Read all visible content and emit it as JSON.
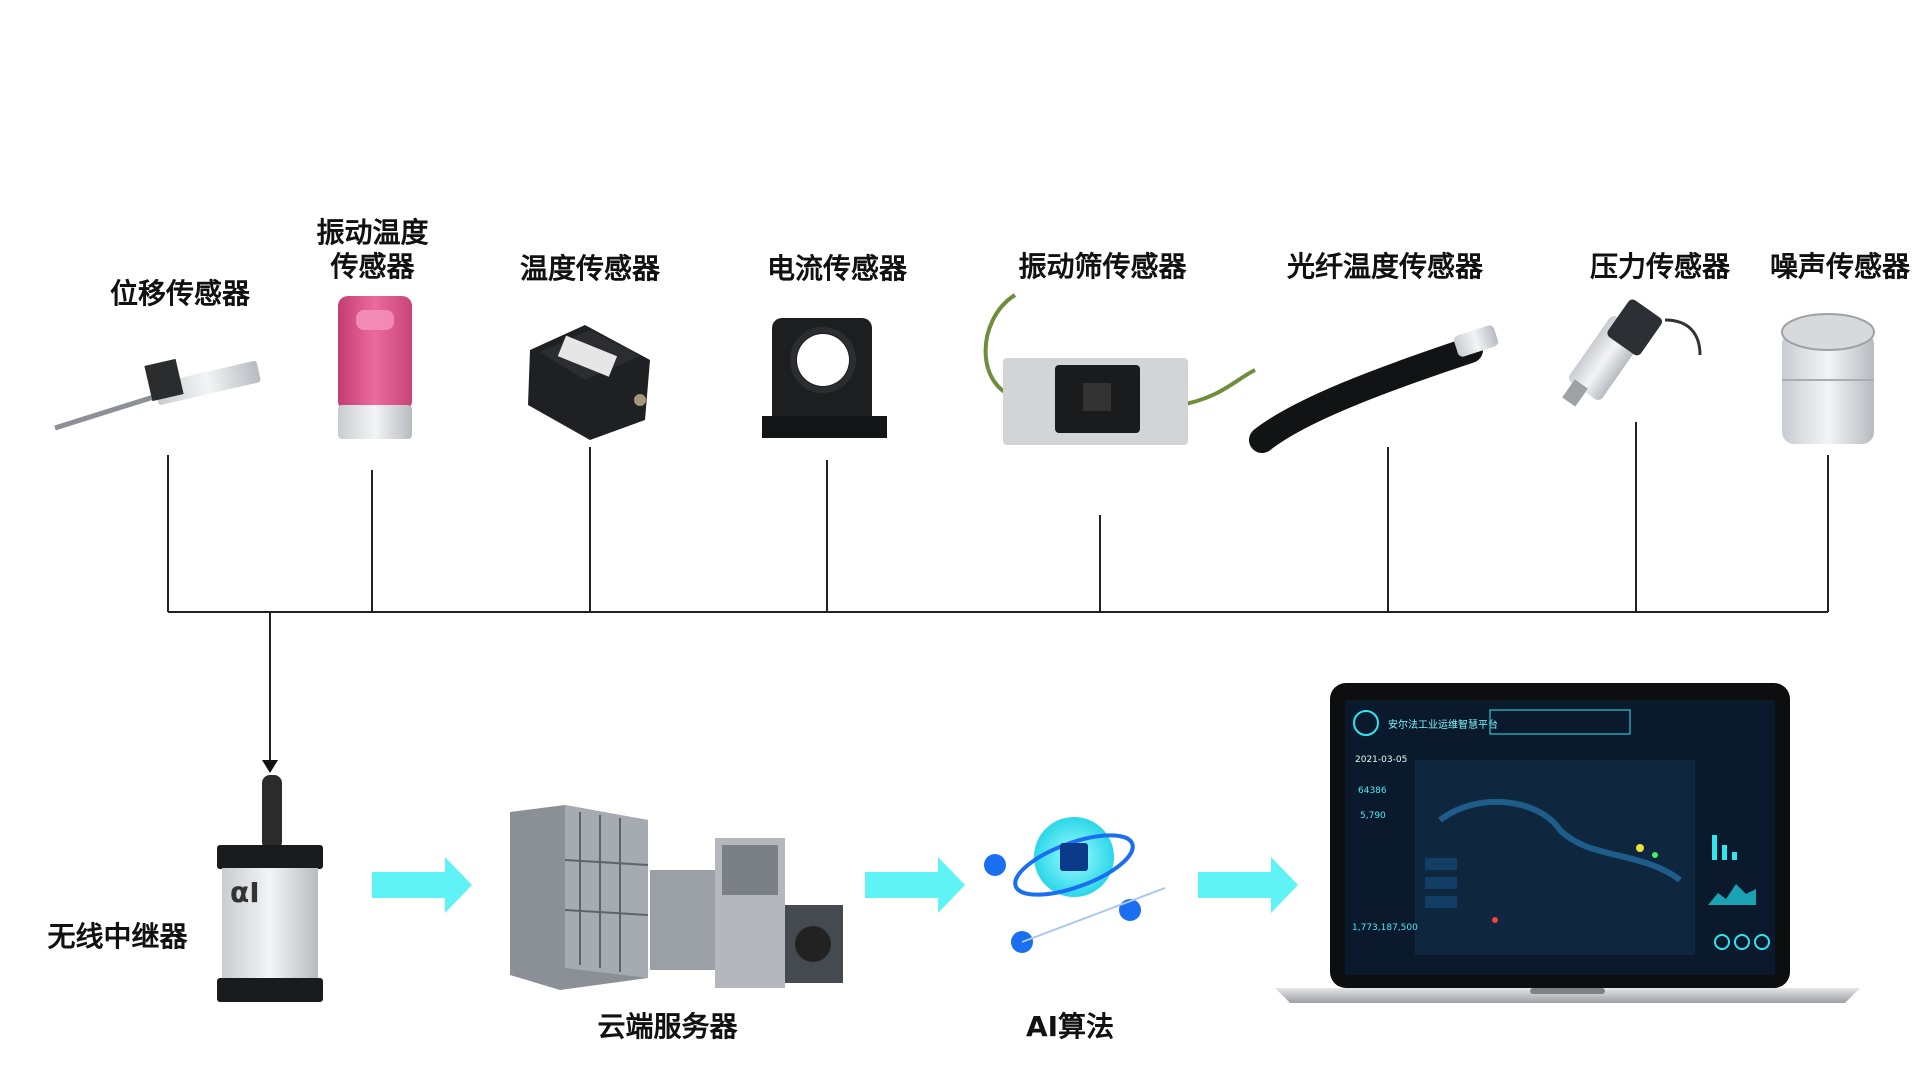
{
  "sensors": [
    {
      "label": "位移传感器"
    },
    {
      "label": "振动温度\n传感器"
    },
    {
      "label": "温度传感器"
    },
    {
      "label": "电流传感器"
    },
    {
      "label": "振动筛传感器"
    },
    {
      "label": "光纤温度传感器"
    },
    {
      "label": "压力传感器"
    },
    {
      "label": "噪声传感器"
    }
  ],
  "pipeline": {
    "relay_label": "无线中继器",
    "server_label": "云端服务器",
    "ai_label": "AI算法"
  },
  "device_logo": "αI",
  "dashboard": {
    "title": "安尔法工业运维智慧平台",
    "date": "2021-03-05",
    "stat_1": "64386",
    "stat_2": "5,790",
    "total": "1,773,187,500"
  },
  "colors": {
    "arrow": "#5ff3f5",
    "dot": "#1a6ff0",
    "screen_bg": "#0a1a2c",
    "accent": "#2ee6f0"
  }
}
